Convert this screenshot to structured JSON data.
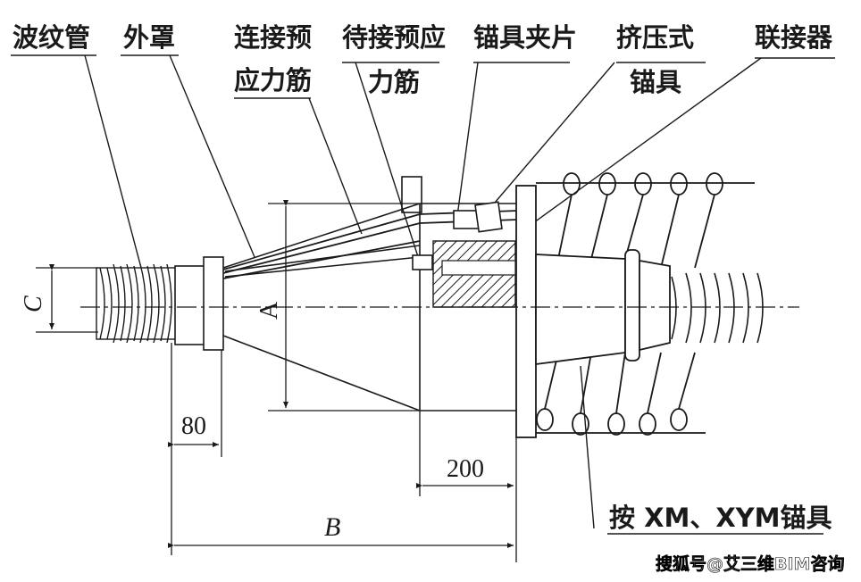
{
  "labels": {
    "corrugated_pipe": "波纹管",
    "outer_cover": "外罩",
    "connect_tendon_line1": "连接预",
    "connect_tendon_line2": "应力筋",
    "pending_tendon_line1": "待接预应",
    "pending_tendon_line2": "力筋",
    "anchor_clip": "锚具夹片",
    "extrusion_line1": "挤压式",
    "extrusion_line2": "锚具",
    "connector": "联接器",
    "per_xm_anchor": "按 XM、XYM锚具"
  },
  "dimensions": {
    "c": "C",
    "a": "A",
    "b": "B",
    "d80": "80",
    "d200": "200"
  },
  "watermark": "搜狐号@艾三维BIM咨询",
  "colors": {
    "ink": "#1a1a1a",
    "background": "#ffffff"
  }
}
